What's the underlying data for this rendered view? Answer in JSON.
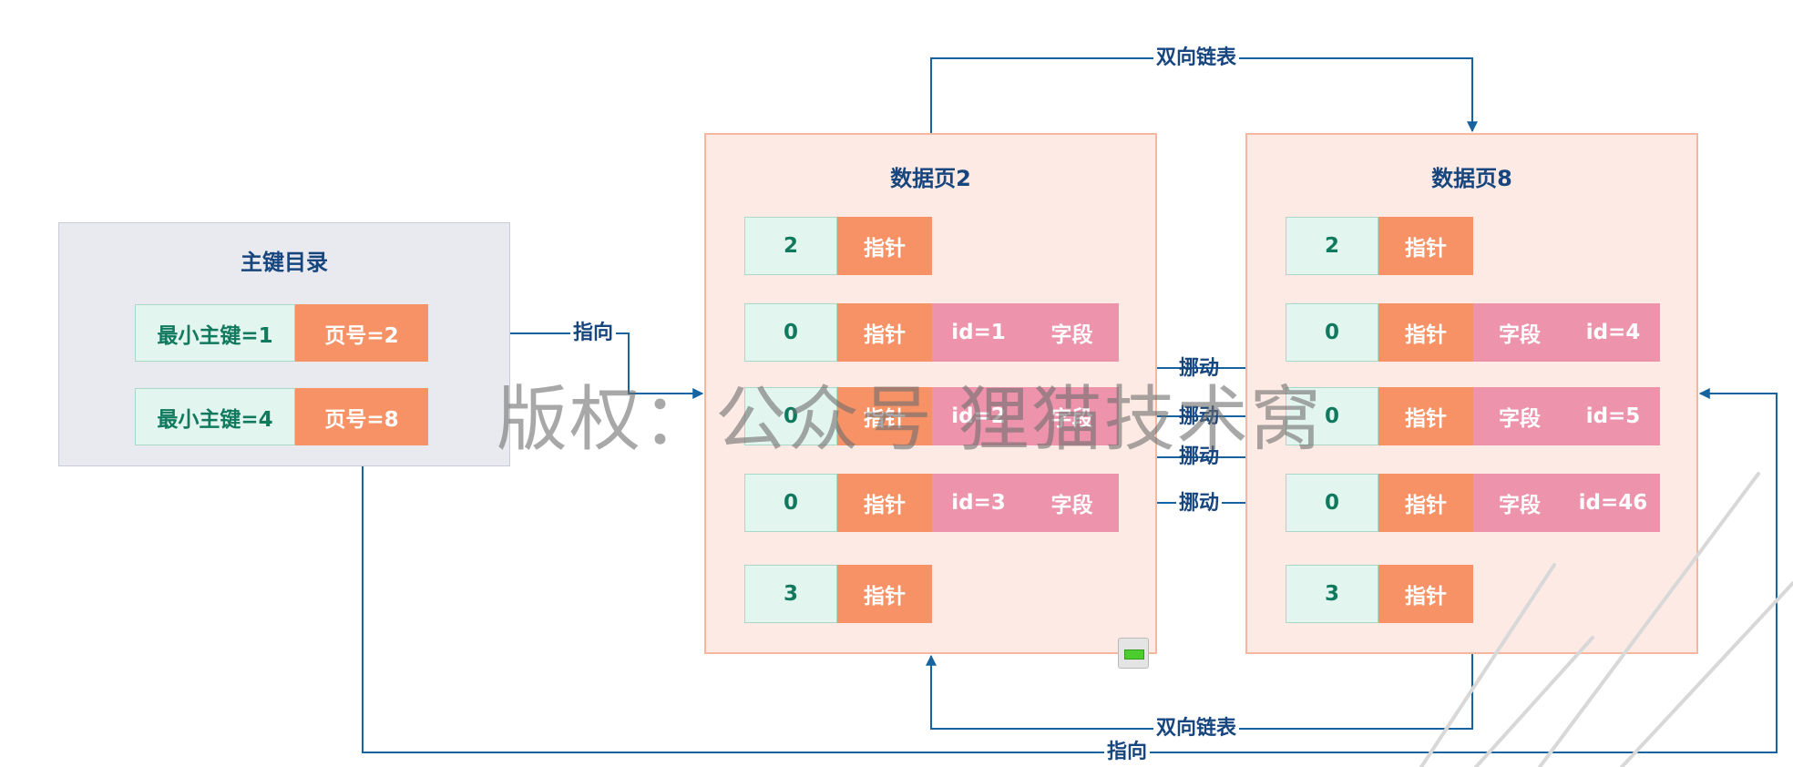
{
  "directory": {
    "title": "主键目录",
    "rows": [
      {
        "key": "最小主键=1",
        "page": "页号=2"
      },
      {
        "key": "最小主键=4",
        "page": "页号=8"
      }
    ]
  },
  "page2": {
    "title": "数据页2",
    "records": [
      {
        "num": "2",
        "ptr": "指针"
      },
      {
        "num": "0",
        "ptr": "指针",
        "a": "id=1",
        "b": "字段"
      },
      {
        "num": "0",
        "ptr": "指针",
        "a": "id=2",
        "b": "字段"
      },
      {
        "num": "0",
        "ptr": "指针",
        "a": "id=3",
        "b": "字段"
      },
      {
        "num": "3",
        "ptr": "指针"
      }
    ]
  },
  "page8": {
    "title": "数据页8",
    "records": [
      {
        "num": "2",
        "ptr": "指针"
      },
      {
        "num": "0",
        "ptr": "指针",
        "a": "字段",
        "b": "id=4"
      },
      {
        "num": "0",
        "ptr": "指针",
        "a": "字段",
        "b": "id=5"
      },
      {
        "num": "0",
        "ptr": "指针",
        "a": "字段",
        "b": "id=46"
      },
      {
        "num": "3",
        "ptr": "指针"
      }
    ]
  },
  "labels": {
    "linked_list_top": "双向链表",
    "linked_list_bottom": "双向链表",
    "point_to_1": "指向",
    "point_to_2": "指向",
    "move_1": "挪动",
    "move_2": "挪动",
    "move_3": "挪动",
    "move_4": "挪动"
  },
  "watermark": "版权：公众号 狸猫技术窝",
  "colors": {
    "line": "#17639f",
    "green_cell": "#e3f5ef",
    "orange_cell": "#f79266",
    "pink_cell": "#ee93ac",
    "page_bg": "#fdeae4",
    "directory_bg": "#e8eaef"
  }
}
